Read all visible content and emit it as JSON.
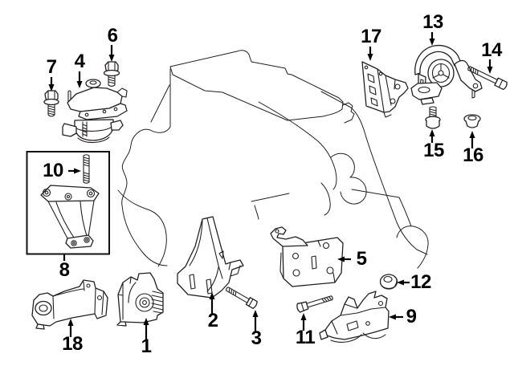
{
  "diagram": {
    "background_color": "#ffffff",
    "line_color": "#231f20",
    "label_color": "#000000",
    "callouts": [
      {
        "label": "1"
      },
      {
        "label": "2"
      },
      {
        "label": "3"
      },
      {
        "label": "4"
      },
      {
        "label": "5"
      },
      {
        "label": "6"
      },
      {
        "label": "7"
      },
      {
        "label": "8"
      },
      {
        "label": "9"
      },
      {
        "label": "10"
      },
      {
        "label": "11"
      },
      {
        "label": "12"
      },
      {
        "label": "13"
      },
      {
        "label": "14"
      },
      {
        "label": "15"
      },
      {
        "label": "16"
      },
      {
        "label": "17"
      },
      {
        "label": "18"
      }
    ]
  }
}
